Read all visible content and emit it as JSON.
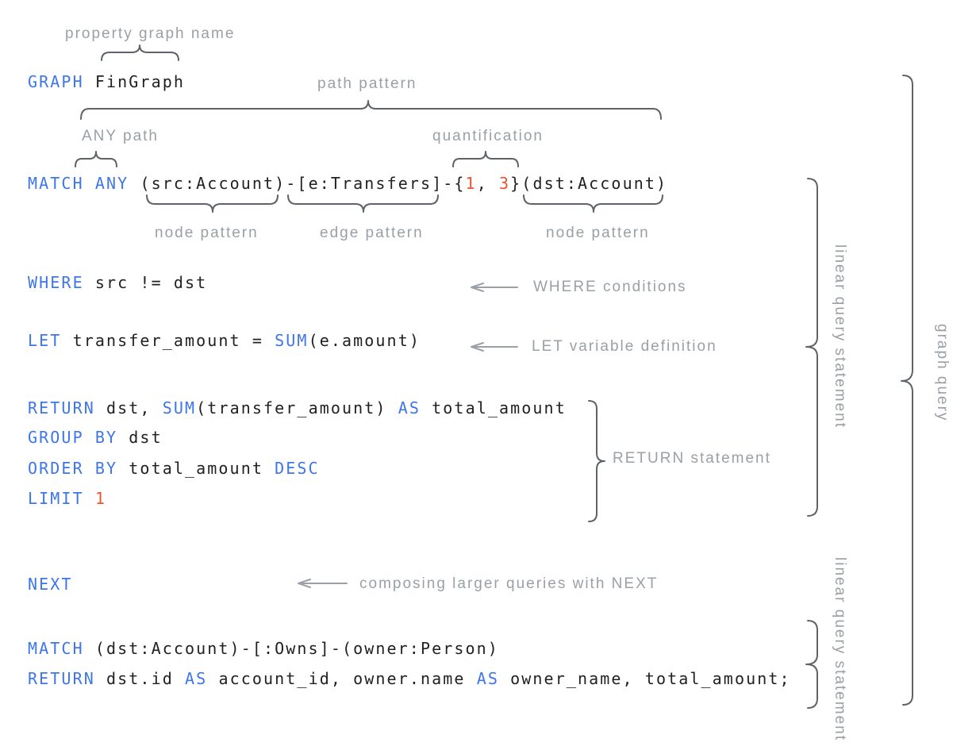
{
  "colors": {
    "keyword": "#3D76E8",
    "code": "#212121",
    "number": "#EE5430",
    "label": "#9AA0A6",
    "brace": "#5F6368",
    "arrow": "#9AA0A6",
    "background": "#FFFFFF"
  },
  "diagram": {
    "annotations": {
      "property_graph_name": "property graph name",
      "path_pattern": "path pattern",
      "any_path": "ANY path",
      "quantification": "quantification",
      "node_pattern_1": "node pattern",
      "edge_pattern": "edge pattern",
      "node_pattern_2": "node pattern",
      "where_conditions": "WHERE conditions",
      "let_variable_definition": "LET variable definition",
      "return_statement": "RETURN statement",
      "composing_next": "composing larger queries with NEXT",
      "linear_query_statement_1": "linear query statement",
      "graph_query": "graph query",
      "linear_query_statement_2": "linear query statement"
    }
  },
  "code_lines": [
    {
      "name": "graph-clause",
      "tokens": [
        {
          "t": "GRAPH",
          "c": "kw"
        },
        {
          "t": " FinGraph",
          "c": "code"
        }
      ]
    },
    {
      "name": "match-any-clause",
      "tokens": [
        {
          "t": "MATCH",
          "c": "kw"
        },
        {
          "t": " ",
          "c": "code"
        },
        {
          "t": "ANY",
          "c": "kw"
        },
        {
          "t": " (src:Account)-[e:Transfers]-{",
          "c": "code"
        },
        {
          "t": "1",
          "c": "num"
        },
        {
          "t": ", ",
          "c": "code"
        },
        {
          "t": "3",
          "c": "num"
        },
        {
          "t": "}(dst:Account)",
          "c": "code"
        }
      ]
    },
    {
      "name": "where-clause",
      "tokens": [
        {
          "t": "WHERE",
          "c": "kw"
        },
        {
          "t": " src != dst",
          "c": "code"
        }
      ]
    },
    {
      "name": "let-clause",
      "tokens": [
        {
          "t": "LET",
          "c": "kw"
        },
        {
          "t": " transfer_amount = ",
          "c": "code"
        },
        {
          "t": "SUM",
          "c": "kw"
        },
        {
          "t": "(e.amount)",
          "c": "code"
        }
      ]
    },
    {
      "name": "return-clause",
      "tokens": [
        {
          "t": "RETURN",
          "c": "kw"
        },
        {
          "t": " dst, ",
          "c": "code"
        },
        {
          "t": "SUM",
          "c": "kw"
        },
        {
          "t": "(transfer_amount) ",
          "c": "code"
        },
        {
          "t": "AS",
          "c": "kw"
        },
        {
          "t": " total_amount",
          "c": "code"
        }
      ]
    },
    {
      "name": "group-by-clause",
      "tokens": [
        {
          "t": "GROUP BY",
          "c": "kw"
        },
        {
          "t": " dst",
          "c": "code"
        }
      ]
    },
    {
      "name": "order-by-clause",
      "tokens": [
        {
          "t": "ORDER BY",
          "c": "kw"
        },
        {
          "t": " total_amount ",
          "c": "code"
        },
        {
          "t": "DESC",
          "c": "kw"
        }
      ]
    },
    {
      "name": "limit-clause",
      "tokens": [
        {
          "t": "LIMIT",
          "c": "kw"
        },
        {
          "t": " ",
          "c": "code"
        },
        {
          "t": "1",
          "c": "num"
        }
      ]
    },
    {
      "name": "next-clause",
      "tokens": [
        {
          "t": "NEXT",
          "c": "kw"
        }
      ]
    },
    {
      "name": "match-owns-clause",
      "tokens": [
        {
          "t": "MATCH",
          "c": "kw"
        },
        {
          "t": " (dst:Account)-[:Owns]-(owner:Person)",
          "c": "code"
        }
      ]
    },
    {
      "name": "return-final-clause",
      "tokens": [
        {
          "t": "RETURN",
          "c": "kw"
        },
        {
          "t": " dst.id ",
          "c": "code"
        },
        {
          "t": "AS",
          "c": "kw"
        },
        {
          "t": " account_id, owner.name ",
          "c": "code"
        },
        {
          "t": "AS",
          "c": "kw"
        },
        {
          "t": " owner_name, total_amount;",
          "c": "code"
        }
      ]
    }
  ]
}
